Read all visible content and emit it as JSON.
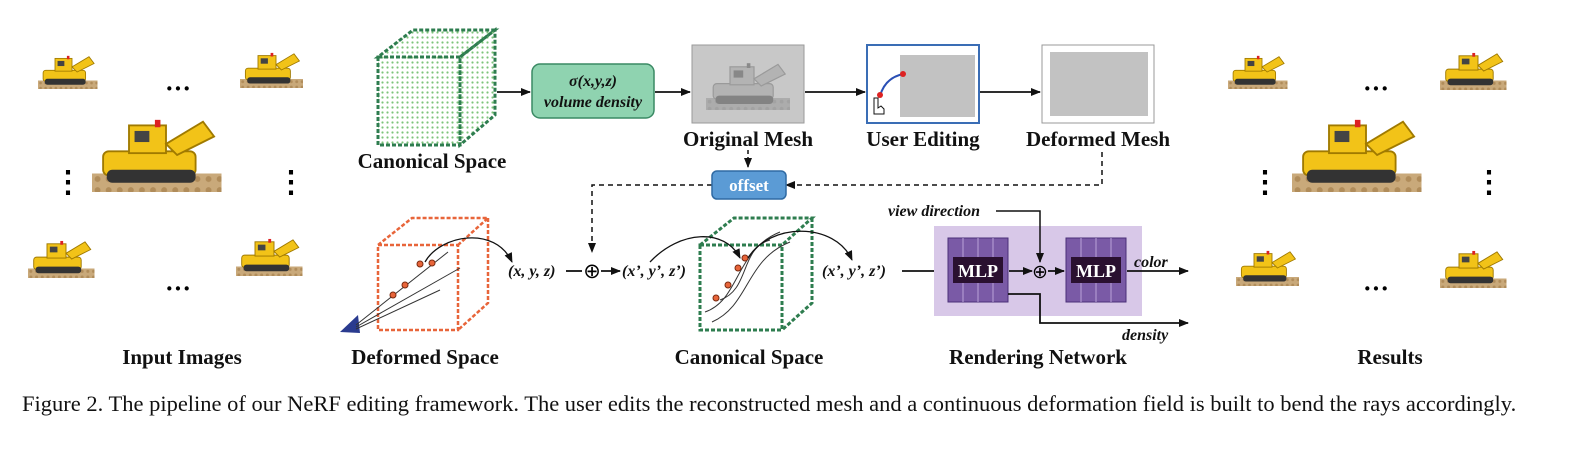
{
  "diagram": {
    "labels": {
      "input_images": "Input Images",
      "canonical_space_top": "Canonical Space",
      "deformed_space": "Deformed Space",
      "canonical_space_bottom": "Canonical Space",
      "rendering_network": "Rendering Network",
      "results": "Results",
      "original_mesh": "Original Mesh",
      "user_editing": "User Editing",
      "deformed_mesh": "Deformed Mesh"
    },
    "density_box": {
      "line1": "σ(x,y,z)",
      "line2": "volume density",
      "color": "#8fd3b0"
    },
    "offset_box": {
      "label": "offset",
      "color": "#5b9bd5"
    },
    "math": {
      "xyz": "(x, y, z)",
      "xyz_prime_1": "(x’, y’, z’)",
      "xyz_prime_2": "(x’, y’, z’)",
      "view_direction": "view direction",
      "color": "color",
      "density": "density",
      "plus": "⊕"
    },
    "mlp": {
      "label1": "MLP",
      "label2": "MLP",
      "panel_color": "#d8c8e8",
      "block_color": "#7a5aa6",
      "label_bg": "#2a1030"
    },
    "ellipsis": {
      "h": "···",
      "v": "⋮"
    },
    "colors": {
      "canonical_cube": "#2e7d4f",
      "deformed_cube": "#e8653a",
      "camera": "#2a3b8f",
      "lego_yellow": "#f2c318",
      "lego_base": "#c9a97a"
    }
  },
  "caption": {
    "text": "Figure 2. The pipeline of our NeRF editing framework. The user edits the reconstructed mesh and a continuous deformation field is built to bend the rays accordingly."
  }
}
